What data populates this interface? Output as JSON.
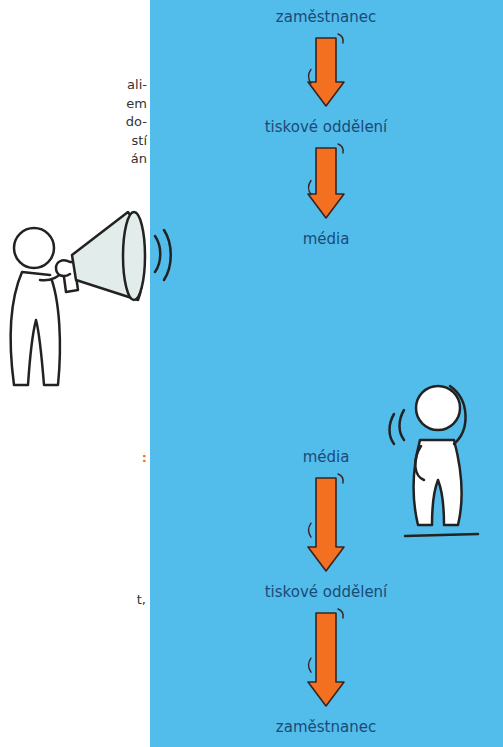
{
  "diagram": {
    "nodes": [
      {
        "text": [
          "zaměstnanec"
        ]
      },
      {
        "text": [
          "tiskové oddělení"
        ]
      },
      {
        "text": [
          "média"
        ]
      },
      {
        "text": [
          "média"
        ]
      },
      {
        "text": [
          "tiskové oddělení"
        ]
      },
      {
        "text": [
          "zaměstnanec"
        ]
      }
    ],
    "edges": [
      {
        "from": 0,
        "to": 1,
        "arrow": "to"
      },
      {
        "from": 1,
        "to": 2,
        "arrow": "to"
      },
      {
        "from": 3,
        "to": 4,
        "arrow": "to"
      },
      {
        "from": 4,
        "to": 5,
        "arrow": "to"
      }
    ],
    "labels": [
      "ali-",
      "em",
      "do-",
      "stí",
      "án",
      ":",
      "t,"
    ]
  }
}
